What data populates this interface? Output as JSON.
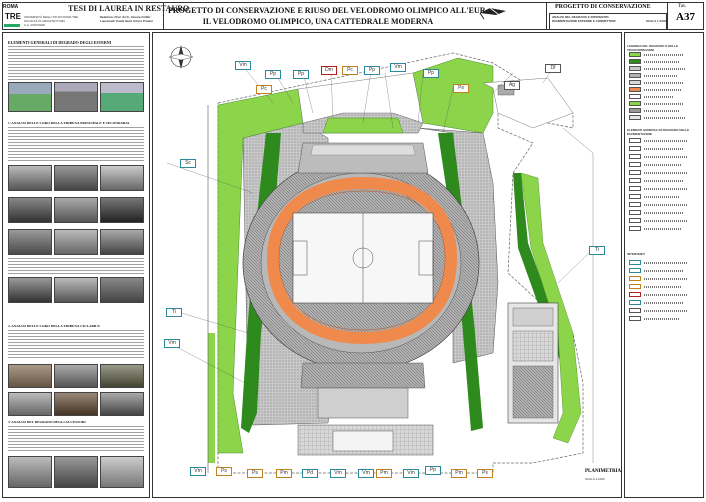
{
  "header": {
    "logo_word": "ROMA",
    "logo_word2": "TRE",
    "thesis_title": "TESI DI LAUREA IN RESTAURO",
    "university_lines": [
      "UNIVERSITÀ DEGLI STUDI ROMA TRE",
      "FACOLTÀ DI ARCHITETTURA",
      "A.A. 2007/2008"
    ],
    "advisor_lines": [
      "Relatrice: Prof. Arch. Cesare Feiffer",
      "Laureandi: Paola Sesti Arturo Pratesi"
    ],
    "main_title_1": "PROGETTO DI CONSERVAZIONE E RIUSO DEL VELODROMO OLIMPICO ALL'EUR",
    "main_title_2": "IL VELODROMO OLIMPICO, UNA CATTEDRALE MODERNA",
    "section_title": "PROGETTO DI CONSERVAZIONE",
    "section_sub": "ANALISI DEL DEGRADO E INTERVENTI: PAVIMENTAZIONI ESTERNE E CONNETTORI",
    "scale_label": "SCALA 1:1000",
    "tav_label": "Tav.",
    "tav_number": "A37"
  },
  "left_column": {
    "section_1_title": "ELEMENTI GENERALI DI DEGRADO DEGLI ESTERNI",
    "section_2_title": "1. ANALISI DELLE LORO DELLA TRIBUNA PRINCIPALE E SECONDARIA",
    "section_3_title": "2. ANALISI DELLE LORO DELLA TRIBUNA CICLABILE",
    "section_4_title": "3. ANALISI DEL DEGRADO DEGLI ACCESSORI"
  },
  "plan": {
    "plan_title": "PLANIMETRIA",
    "plan_scale": "SCALA 1:1000"
  },
  "tags_top": [
    "Vm",
    "Pp",
    "Pc",
    "Pp",
    "Dm",
    "Pc",
    "Pp",
    "Vm",
    "Pp",
    "Ps"
  ],
  "tags_bottom": [
    "Vm",
    "Ps",
    "Ps",
    "Pm",
    "Pd",
    "Vm",
    "Vm",
    "Vm",
    "Pm",
    "Pp",
    "Pm",
    "Ps"
  ],
  "tags_side": {
    "left_upper": "Sc",
    "left_mid": "Ti",
    "left_low": "Vm",
    "right_top": "Ag",
    "right_top2": "Df",
    "right_mid": "Ti"
  },
  "legend": {
    "title_1": "LEGENDA DEL DEGRADO E DELLE TRASFORMAZIONI",
    "title_2": "ELEMENTI GENERALI DI DEGRADO DELLE PAVIMENTAZIONI",
    "title_3": "INTERVENTI"
  },
  "colors": {
    "green_light": "#8cd44a",
    "green_dark": "#2e8a1c",
    "track_orange": "#f08a4c",
    "gray_hatch": "#9a9a9a",
    "pitch_white": "#f7f7f7",
    "frame": "#333333"
  }
}
